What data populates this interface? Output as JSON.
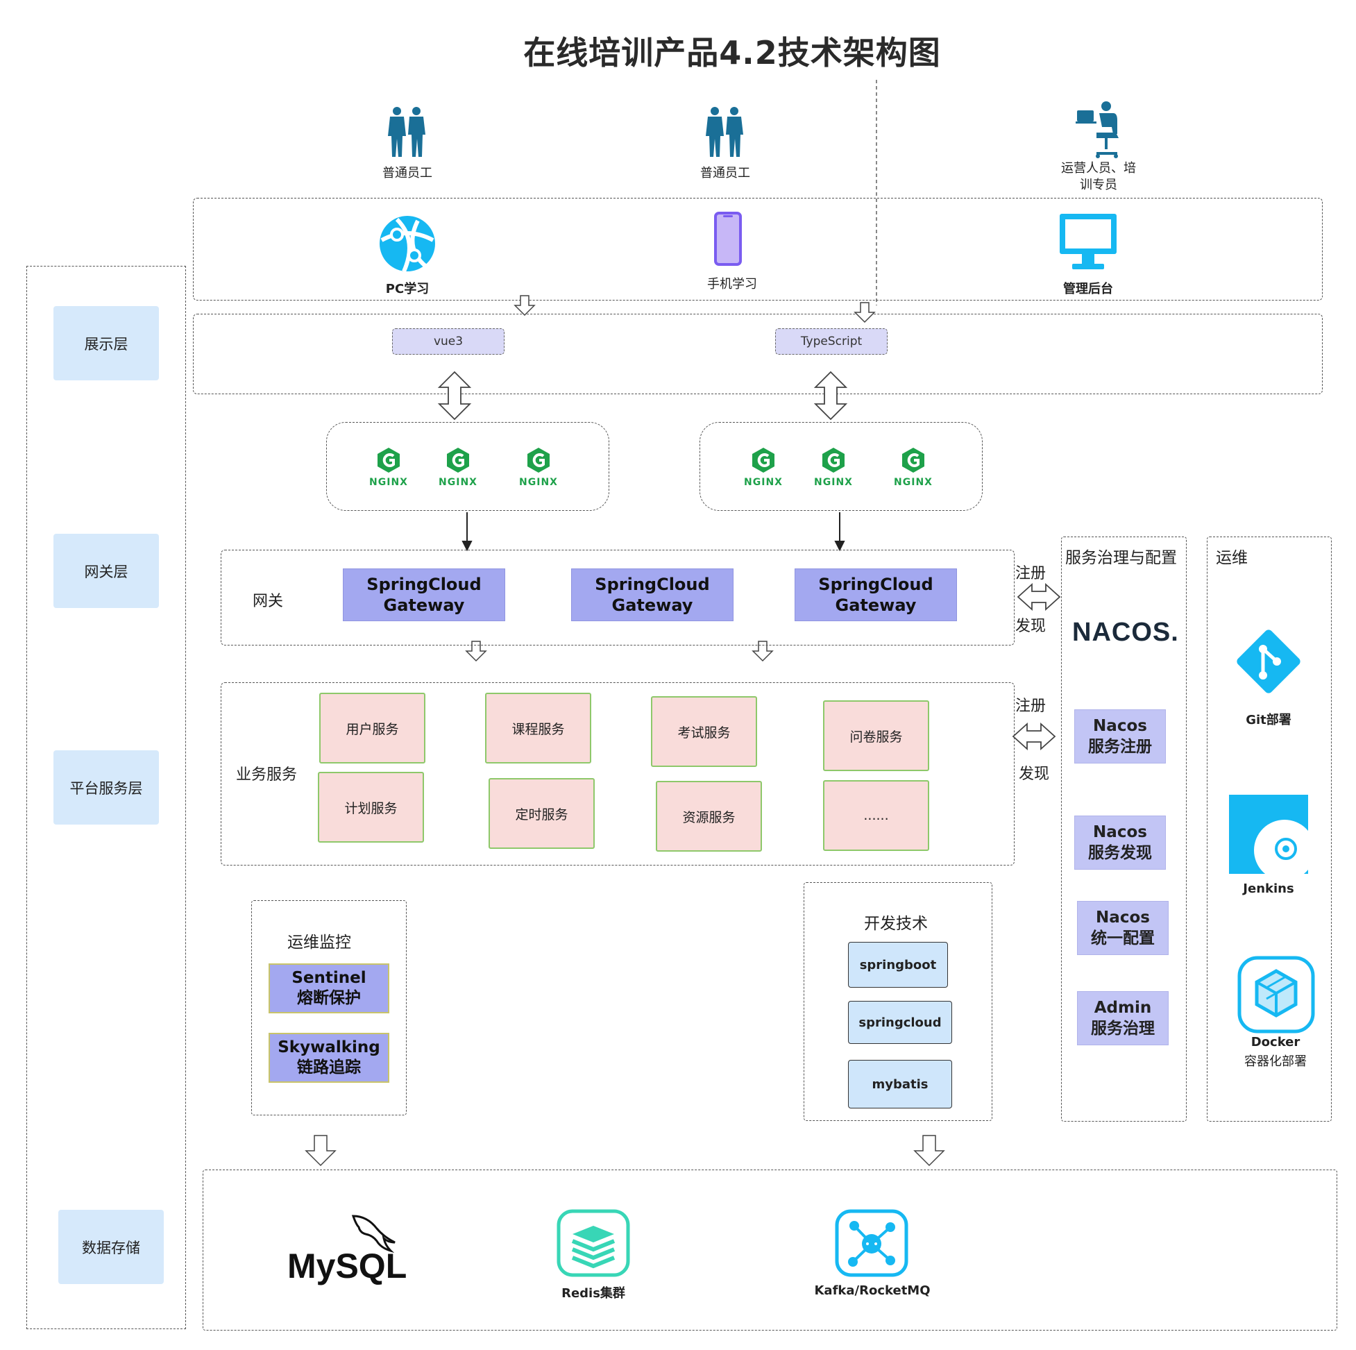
{
  "title": "在线培训产品4.2技术架构图",
  "layers": {
    "display": "展示层",
    "gateway": "网关层",
    "platform": "平台服务层",
    "storage": "数据存储"
  },
  "users": [
    {
      "label": "普通员工"
    },
    {
      "label": "普通员工"
    },
    {
      "label": "运营人员、培训专员",
      "line1": "运营人员、培",
      "line2": "训专员"
    }
  ],
  "clients": [
    {
      "label": "PC学习",
      "icon": "globe-network-icon"
    },
    {
      "label": "手机学习",
      "icon": "mobile-phone-icon"
    },
    {
      "label": "管理后台",
      "icon": "monitor-icon"
    }
  ],
  "frontend": [
    "vue3",
    "TypeScript"
  ],
  "nginx_groups": [
    [
      "NGINX",
      "NGINX",
      "NGINX"
    ],
    [
      "NGINX",
      "NGINX",
      "NGINX"
    ]
  ],
  "gateway": {
    "label": "网关",
    "items": [
      {
        "line1": "SpringCloud",
        "line2": "Gateway"
      },
      {
        "line1": "SpringCloud",
        "line2": "Gateway"
      },
      {
        "line1": "SpringCloud",
        "line2": "Gateway"
      }
    ]
  },
  "business": {
    "label": "业务服务",
    "services": [
      "用户服务",
      "课程服务",
      "考试服务",
      "问卷服务",
      "计划服务",
      "定时服务",
      "资源服务",
      "......"
    ]
  },
  "register": {
    "top": "注册",
    "bottom": "发现"
  },
  "monitoring": {
    "title": "运维监控",
    "items": [
      {
        "line1": "Sentinel",
        "line2": "熔断保护"
      },
      {
        "line1": "Skywalking",
        "line2": "链路追踪"
      }
    ]
  },
  "devtech": {
    "title": "开发技术",
    "items": [
      "springboot",
      "springcloud",
      "mybatis"
    ]
  },
  "governance": {
    "title": "服务治理与配置",
    "logo": "NACOS.",
    "items": [
      {
        "line1": "Nacos",
        "line2": "服务注册"
      },
      {
        "line1": "Nacos",
        "line2": "服务发现"
      },
      {
        "line1": "Nacos",
        "line2": "统一配置"
      },
      {
        "line1": "Admin",
        "line2": "服务治理"
      }
    ]
  },
  "ops": {
    "title": "运维",
    "items": [
      {
        "label": "Git部署",
        "icon": "git-icon"
      },
      {
        "label": "Jenkins",
        "icon": "jenkins-icon"
      },
      {
        "line1": "Docker",
        "line2": "容器化部署",
        "icon": "docker-icon"
      }
    ]
  },
  "storage": {
    "mysql": "MySQL",
    "items": [
      {
        "label": "Redis集群",
        "icon": "redis-icon"
      },
      {
        "label": "Kafka/RocketMQ",
        "icon": "kafka-icon"
      }
    ]
  },
  "colors": {
    "layer_label_bg": "#d6e9fb",
    "gateway_bg": "#a3a8f0",
    "service_bg": "#f9dcda",
    "service_border": "#8ec86a",
    "nginx_green": "#1ea14a",
    "icon_cyan": "#16b8f2",
    "user_blue": "#1a6f97"
  }
}
